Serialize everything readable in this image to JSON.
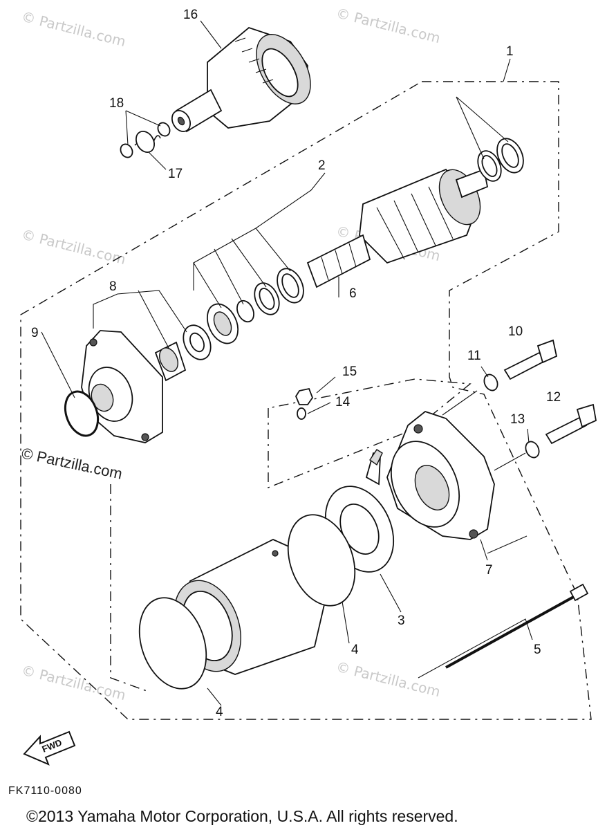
{
  "watermarks": [
    "© Partzilla.com",
    "© Partzilla.com",
    "© Partzilla.com",
    "© Partzilla.com",
    "© Partzilla.com",
    "© Partzilla.com"
  ],
  "watermark_prominent": "© Partzilla.com",
  "callouts": [
    "1",
    "2",
    "3",
    "4",
    "4",
    "5",
    "6",
    "7",
    "8",
    "9",
    "10",
    "11",
    "12",
    "13",
    "14",
    "15",
    "16",
    "17",
    "18"
  ],
  "fwd_label": "FWD",
  "diagram_code": "FK7110-0080",
  "copyright": "©2013  Yamaha Motor Corporation, U.S.A. All rights reserved."
}
